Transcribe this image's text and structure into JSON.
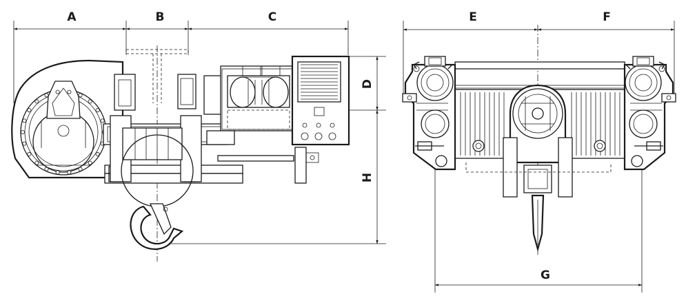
{
  "dimensions": {
    "A": "A",
    "B": "B",
    "C": "C",
    "D": "D",
    "E": "E",
    "F": "F",
    "G": "G",
    "H": "H"
  },
  "views": {
    "side_view": "side-elevation",
    "front_view": "end-elevation"
  },
  "colors": {
    "line": "#1a1a1a",
    "background": "#ffffff"
  }
}
